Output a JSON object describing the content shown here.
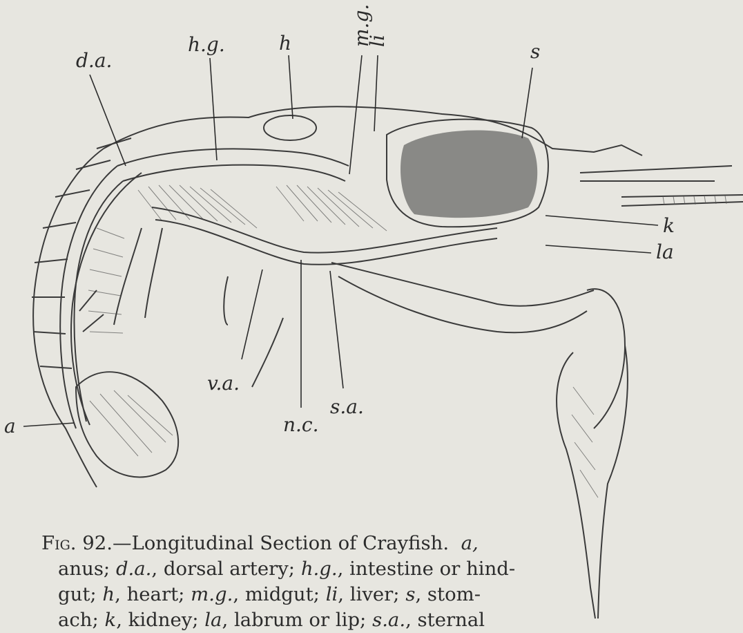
{
  "labels": {
    "d_a": "d.a.",
    "h_g": "h.g.",
    "h": "h",
    "m_g": "m.g.",
    "li": "li",
    "s": "s",
    "k": "k",
    "la": "la",
    "v_a": "v.a.",
    "n_c": "n.c.",
    "s_a": "s.a.",
    "a": "a"
  },
  "caption": {
    "fig": "Fig. 92.",
    "title": "—Longitudinal Section of Crayfish.",
    "items": [
      {
        "key": "a",
        "text": "anus"
      },
      {
        "key": "d.a.",
        "text": "dorsal artery"
      },
      {
        "key": "h.g.",
        "text": "intestine or hind-gut"
      },
      {
        "key": "h",
        "text": "heart"
      },
      {
        "key": "m.g.",
        "text": "midgut"
      },
      {
        "key": "li",
        "text": "liver"
      },
      {
        "key": "s",
        "text": "stomach"
      },
      {
        "key": "k",
        "text": "kidney"
      },
      {
        "key": "la",
        "text": "labrum or lip"
      },
      {
        "key": "s.a.",
        "text": "sternal"
      }
    ],
    "line1_tail": "a,",
    "line2": [
      "anus; ",
      "d.a.",
      ", dorsal artery; ",
      "h.g.",
      ", intestine or hind-"
    ],
    "line3": [
      "gut; ",
      "h",
      ", heart; ",
      "m.g.",
      ", midgut; ",
      "li",
      ", liver; ",
      "s",
      ", stom-"
    ],
    "line4": [
      "ach; ",
      "k",
      ", kidney; ",
      "la",
      ", labrum or lip; ",
      "s.a.",
      ", sternal"
    ]
  }
}
